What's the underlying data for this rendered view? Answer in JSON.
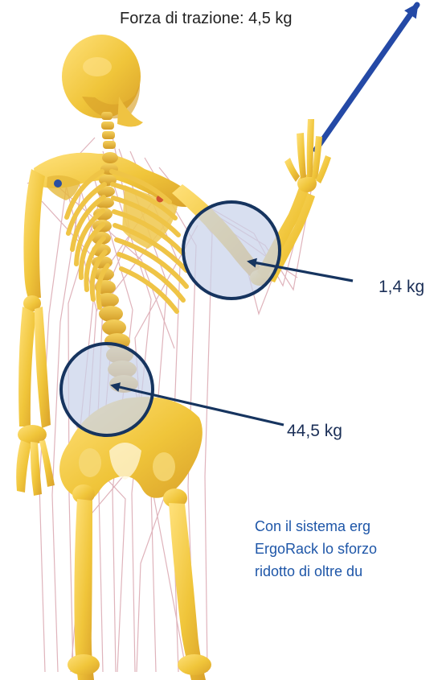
{
  "labels": {
    "pull_force": "Forza di trazione: 4,5 kg",
    "shoulder_load": "1,4 kg",
    "lower_back_load": "44,5 kg"
  },
  "caption": {
    "line1": "Con il sistema erg",
    "line2": "ErgoRack lo sforzo",
    "line3": "ridotto di oltre du"
  },
  "colors": {
    "bone": "#f1c73d",
    "bone_shadow": "#d8a326",
    "muscle_lines": "#d59aa5",
    "marker_circle": "#16345f",
    "marker_fill": "#c9d3ea",
    "force_arrow": "#2449a6",
    "text_navy": "#1b2f57",
    "caption_blue": "#1e56a8"
  },
  "icons": {
    "figure": "skeleton-figure",
    "force_arrow": "pull-force-arrow",
    "markers": [
      "circle-marker-shoulder",
      "circle-marker-back"
    ],
    "pointers": [
      "pointer-arrow-shoulder",
      "pointer-arrow-back"
    ]
  }
}
